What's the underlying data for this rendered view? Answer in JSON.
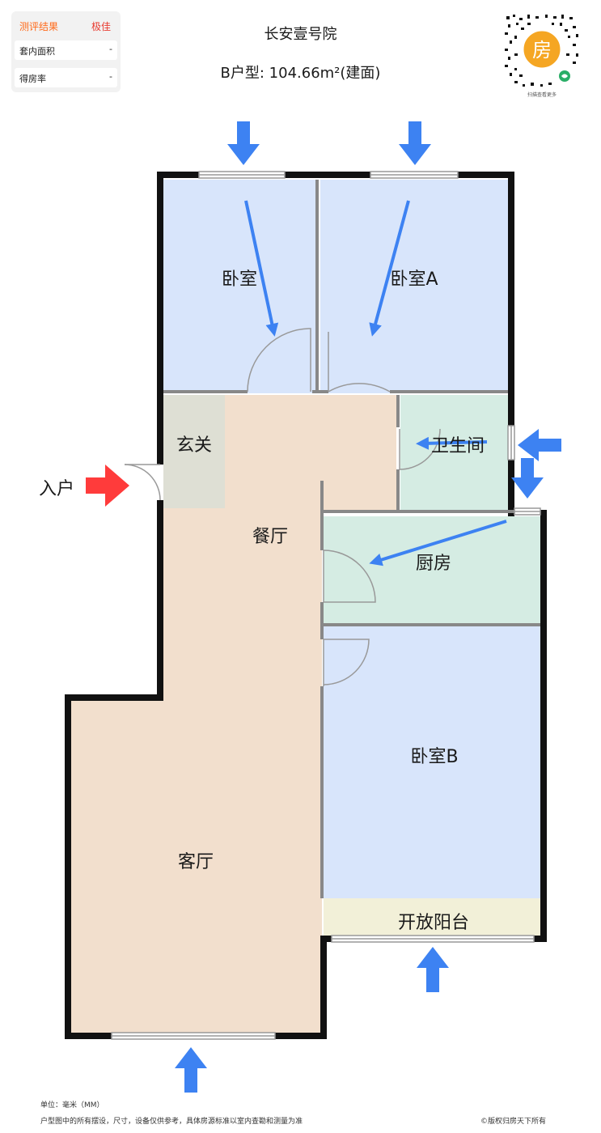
{
  "evaluation": {
    "header": "测评结果",
    "grade": "极佳",
    "rows": [
      {
        "label": "套内面积",
        "value": "-"
      },
      {
        "label": "得房率",
        "value": "-"
      }
    ]
  },
  "title": {
    "name": "长安壹号院",
    "type_line": "B户型: 104.66m²(建面)"
  },
  "qr": {
    "badge": "房",
    "caption": "扫描查看更多"
  },
  "entry_label": "入户",
  "rooms": {
    "bedroom": "卧室",
    "bedroom_a": "卧室A",
    "bathroom": "卫生间",
    "foyer": "玄关",
    "dining": "餐厅",
    "kitchen": "厨房",
    "bedroom_b": "卧室B",
    "living": "客厅",
    "balcony": "开放阳台"
  },
  "colors": {
    "bedroom": "#d8e5fb",
    "wet": "#d5ece3",
    "living": "#f2dfcd",
    "foyer": "#dedfd4",
    "balcony": "#f2f0d8",
    "wall": "#111111",
    "arrow": "#3d82f2",
    "entry_arrow": "#ff3b3b"
  },
  "footer": {
    "unit": "单位：毫米（MM）",
    "disclaimer": "户型图中的所有摆设，尺寸，设备仅供参考，具体房源标准以室内查勘和测量为准",
    "copyright": "©版权归房天下所有"
  }
}
